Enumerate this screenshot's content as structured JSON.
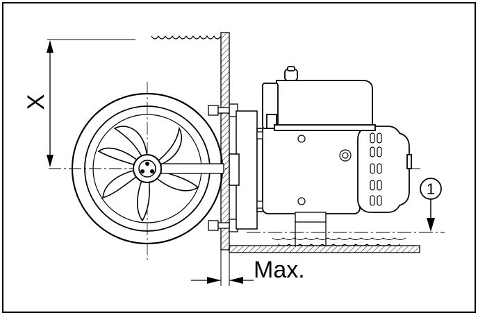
{
  "diagram": {
    "x_label": "X",
    "max_label": "Max.",
    "callout_label": "1",
    "stroke_color": "#000000",
    "background_color": "#ffffff"
  }
}
